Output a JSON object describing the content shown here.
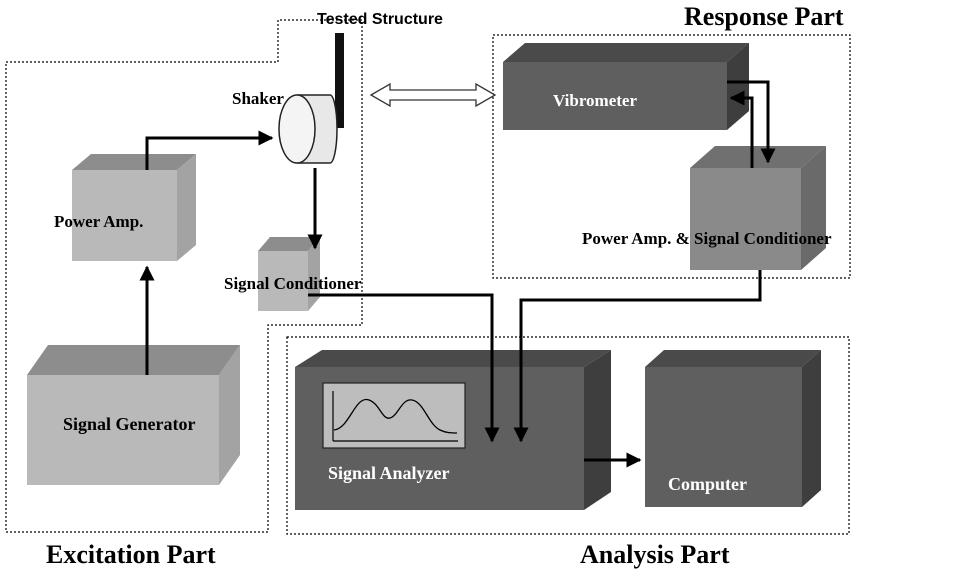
{
  "labels": {
    "tested_structure": "Tested Structure",
    "response_part": "Response Part",
    "excitation_part": "Excitation Part",
    "analysis_part": "Analysis Part",
    "shaker": "Shaker",
    "vibrometer": "Vibrometer",
    "power_amp": "Power Amp.",
    "power_amp_signal_conditioner": "Power Amp. & Signal Conditioner",
    "signal_conditioner": "Signal Conditioner",
    "signal_generator": "Signal Generator",
    "signal_analyzer": "Signal Analyzer",
    "computer": "Computer"
  },
  "colors": {
    "light_box_front": "#b9b9b9",
    "light_box_top": "#8d8d8d",
    "light_box_side": "#a3a3a3",
    "dark_box_front": "#5f5f5f",
    "dark_box_top": "#4a4a4a",
    "dark_box_side": "#3e3e3e",
    "mid_box_front": "#8a8a8a",
    "mid_box_top": "#707070",
    "mid_box_side": "#6a6a6a",
    "lines": "#000000"
  },
  "icons": [
    "double-arrow-icon",
    "shaker-cylinder-icon",
    "spectrum-plot-icon"
  ]
}
